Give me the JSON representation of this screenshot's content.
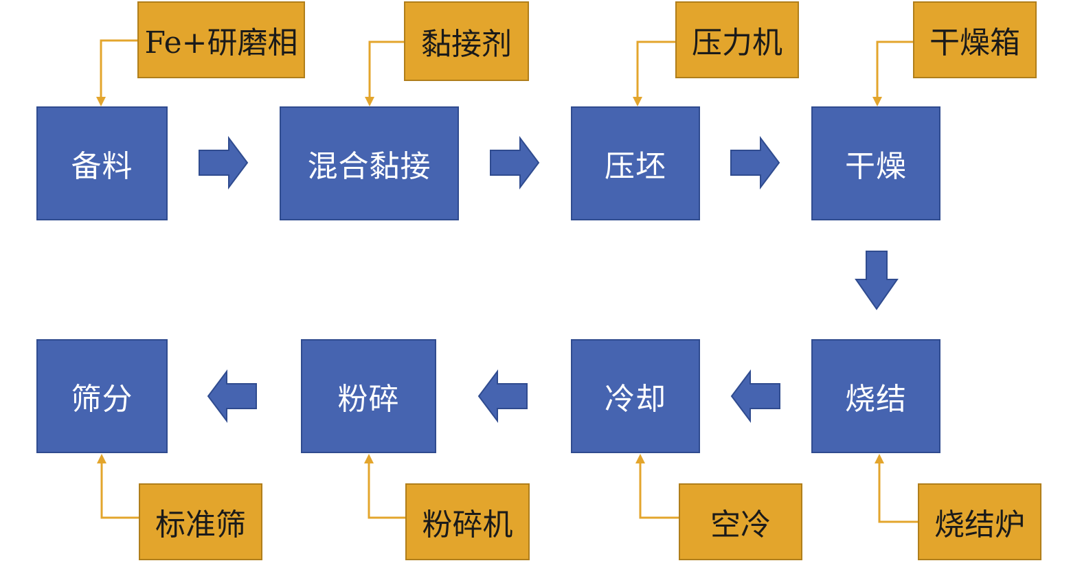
{
  "steps": {
    "s1": "备料",
    "s2": "混合黏接",
    "s3": "压坯",
    "s4": "干燥",
    "s5": "烧结",
    "s6": "冷却",
    "s7": "粉碎",
    "s8": "筛分"
  },
  "inputs": {
    "i1": "Fe+研磨相",
    "i2": "黏接剂",
    "i3": "压力机",
    "i4": "干燥箱",
    "i5": "烧结炉",
    "i6": "空冷",
    "i7": "粉碎机",
    "i8": "标准筛"
  },
  "colors": {
    "step_fill": "#4664b0",
    "input_fill": "#e3a52c",
    "connector": "#e3a52c",
    "flow_arrow": "#4664b0"
  }
}
